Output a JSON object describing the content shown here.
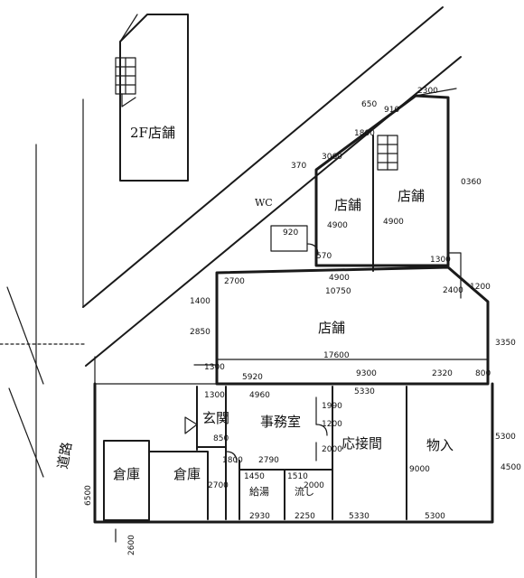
{
  "rooms": {
    "upstairs_shop": "2F店舗",
    "shop_top_left": "店舗",
    "shop_top_right": "店舗",
    "shop_main": "店舗",
    "entrance": "玄関",
    "office": "事務室",
    "reception": "応接間",
    "storage": "物入",
    "warehouse_left": "倉庫",
    "warehouse_right": "倉庫",
    "kitchenette": "給湯",
    "sink": "流し",
    "road_label": "道路",
    "wc": "WC"
  },
  "dimensions": {
    "d_2300": "2300",
    "d_910": "910",
    "d_650": "650",
    "d_370": "370",
    "d_3060": "3060",
    "d_1800": "1800",
    "d_0360": "0360",
    "d_4900a": "4900",
    "d_4900b": "4900",
    "d_4900c": "4900",
    "d_10750": "10750",
    "d_570": "570",
    "d_920": "920",
    "d_1300": "1300",
    "d_1200": "1200",
    "d_2700": "2700",
    "d_2400": "2400",
    "d_1400": "1400",
    "d_2850": "2850",
    "d_17600": "17600",
    "d_5920": "5920",
    "d_9300": "9300",
    "d_2320": "2320",
    "d_800": "800",
    "d_3350": "3350",
    "d_5300": "5300",
    "d_1300b": "1300",
    "d_4960": "4960",
    "d_1990": "1990",
    "d_5330": "5330",
    "d_5330b": "5330",
    "d_5300b": "5300",
    "d_2930": "2930",
    "d_2250": "2250",
    "d_2790": "2790",
    "d_1800b": "1800",
    "d_1450": "1450",
    "d_1510": "1510",
    "d_2000": "2000",
    "d_9000": "9000",
    "d_4500": "4500",
    "d_2700b": "2700",
    "d_1200b": "1200",
    "d_6500": "6500",
    "d_2000b": "2000",
    "d_1300c": "1300",
    "d_2600": "2600",
    "d_850": "850"
  }
}
